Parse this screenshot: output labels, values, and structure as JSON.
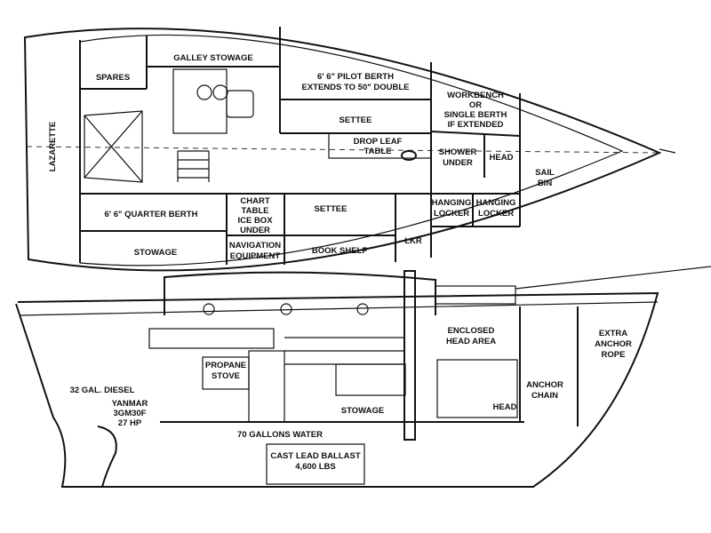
{
  "plan": {
    "lazarette": "LAZARETTE",
    "spares": "SPARES",
    "galley_stowage": "GALLEY STOWAGE",
    "pilot_berth": [
      "6' 6\" PILOT BERTH",
      "EXTENDS TO 50\" DOUBLE"
    ],
    "settee_upper": "SETTEE",
    "drop_leaf_table": [
      "DROP LEAF",
      "TABLE"
    ],
    "workbench": [
      "WORKBENCH",
      "OR",
      "SINGLE BERTH",
      "IF EXTENDED"
    ],
    "shower": [
      "SHOWER",
      "UNDER"
    ],
    "head": "HEAD",
    "sail_bin": [
      "SAIL",
      "BIN"
    ],
    "quarter_berth": "6' 6\" QUARTER BERTH",
    "chart_table": [
      "CHART",
      "TABLE",
      "ICE BOX",
      "UNDER"
    ],
    "settee_lower": "SETTEE",
    "lkr": "LKR",
    "hanging_locker_1": [
      "HANGING",
      "LOCKER"
    ],
    "hanging_locker_2": [
      "HANGING",
      "LOCKER"
    ],
    "stowage": "STOWAGE",
    "navigation": [
      "NAVIGATION",
      "EQUIPMENT"
    ],
    "book_shelf": "BOOK SHELF"
  },
  "profile": {
    "enclosed_head": [
      "ENCLOSED",
      "HEAD AREA"
    ],
    "anchor_rope": [
      "EXTRA",
      "ANCHOR",
      "ROPE"
    ],
    "propane_stove": [
      "PROPANE",
      "STOVE"
    ],
    "diesel": "32 GAL. DIESEL",
    "engine": [
      "YANMAR",
      "3GM30F",
      "27 HP"
    ],
    "stowage": "STOWAGE",
    "head": "HEAD",
    "anchor_chain": [
      "ANCHOR",
      "CHAIN"
    ],
    "water": "70 GALLONS WATER",
    "ballast": [
      "CAST LEAD BALLAST",
      "4,600 LBS"
    ]
  }
}
